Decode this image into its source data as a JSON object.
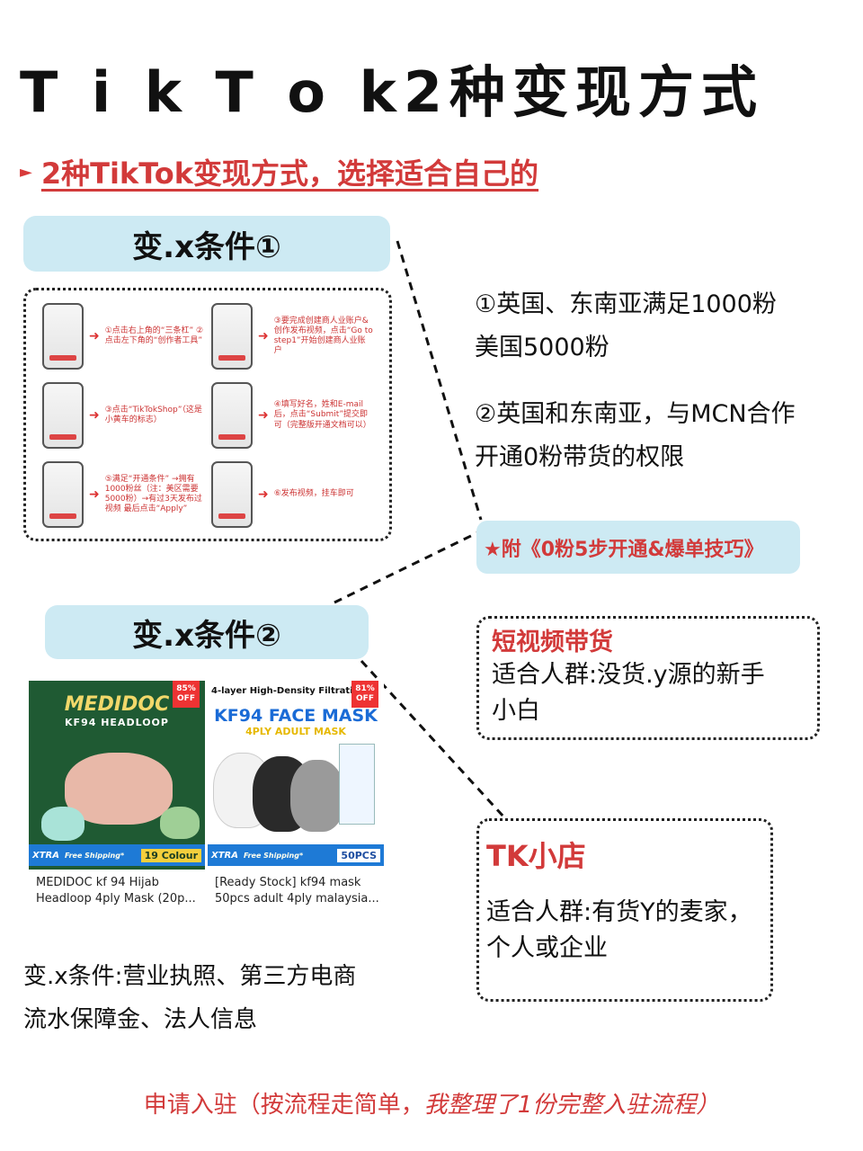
{
  "title": "T i k T o k2种变现方式",
  "subtitle": "2种TikTok变现方式，选择适合自己的",
  "condition1": {
    "pill": "变.x条件①",
    "line1": "①英国、东南亚满足1000粉",
    "line2": "美国5000粉",
    "line3": "②英国和东南亚，与MCN合作",
    "line4": "开通0粉带货的权限"
  },
  "steps": [
    "①点击右上角的“三条杠” ②点击左下角的“创作者工具”",
    "③要完成创建商人业账户&创作发布视频，点击“Go to step1”开始创建商人业账户",
    "③点击“TikTokShop”（这是小黄车的标志）",
    "④填写好名，姓和E-mail后，点击“Submit”提交即可（完整版开通文档可以）",
    "⑤满足“开通条件” →拥有1000粉丝（注：美区需要5000粉）→有过3天发布过视频 最后点击“Apply”",
    "⑥发布视频，挂车即可"
  ],
  "bonus": "★附《0粉5步开通&爆单技巧》",
  "condition2": {
    "pill": "变.x条件②",
    "requirement_line1": "变.x条件:营业执照、第三方电商",
    "requirement_line2": "流水保障金、法人信息"
  },
  "products": [
    {
      "brand": "MEDIDOC",
      "subbrand": "KF94 HEADLOOP",
      "discount": "85% OFF",
      "band_extra": "19 Colour",
      "band_free": "Free Shipping*",
      "caption1": "MEDIDOC kf 94 Hijab",
      "caption2": "Headloop 4ply Mask (20p..."
    },
    {
      "topline": "4-layer High-Density Filtratio",
      "brand": "KF94 FACE MASK",
      "subbrand": "4PLY ADULT MASK",
      "discount": "81% OFF",
      "band_extra": "50PCS",
      "band_free": "Free Shipping*",
      "caption1": "[Ready Stock] kf94 mask",
      "caption2": "50pcs adult 4ply malaysia..."
    }
  ],
  "short_video": {
    "title": "短视频带货",
    "line1": "适合人群:没货.y源的新手",
    "line2": "小白"
  },
  "tk_shop": {
    "title": "TK小店",
    "line1": "适合人群:有货Y的麦家，",
    "line2": "个人或企业"
  },
  "footer": {
    "part1": "申请入驻（按流程走简单，",
    "part2": "我整理了1份完整入驻流程）"
  },
  "colors": {
    "accent_red": "#d23a3a",
    "pill_blue": "#cdeaf3"
  }
}
